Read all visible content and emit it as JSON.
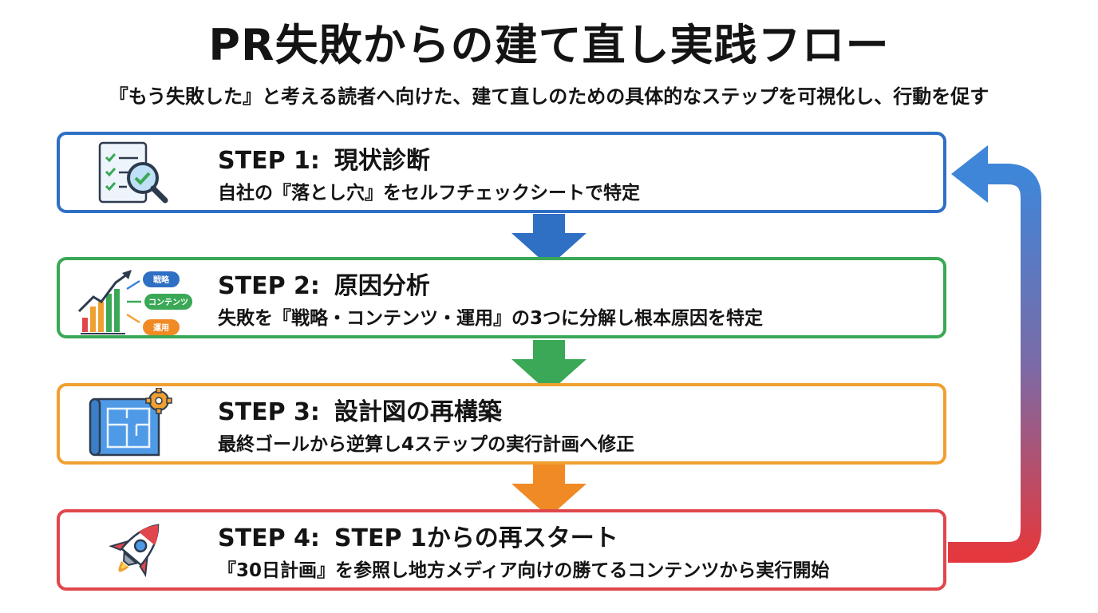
{
  "title": "PR失敗からの建て直し実践フロー",
  "subtitle": "『もう失敗した』と考える読者へ向けた、建て直しのための具体的なステップを可視化し、行動を促す",
  "steps": [
    {
      "label": "STEP 1:",
      "name": "現状診断",
      "description": "自社の『落とし穴』をセルフチェックシートで特定",
      "color": "#2f6fc4",
      "icon": "checklist-magnifier-icon"
    },
    {
      "label": "STEP 2:",
      "name": "原因分析",
      "description": "失敗を『戦略・コンテンツ・運用』の3つに分解し根本原因を特定",
      "color": "#3aa856",
      "icon": "growth-chart-icon",
      "chips": [
        "戦略",
        "コンテンツ",
        "運用"
      ]
    },
    {
      "label": "STEP 3:",
      "name": "設計図の再構築",
      "description": "最終ゴールから逆算し4ステップの実行計画へ修正",
      "color": "#f0a030",
      "icon": "blueprint-gear-icon"
    },
    {
      "label": "STEP 4:",
      "name": "STEP 1からの再スタート",
      "description": "『30日計画』を参照し地方メディア向けの勝てるコンテンツから実行開始",
      "color": "#e0474c",
      "icon": "rocket-icon"
    }
  ],
  "colors": {
    "blue": "#2f6fc4",
    "green": "#3aa856",
    "orange": "#f0a030",
    "red": "#e0474c"
  }
}
